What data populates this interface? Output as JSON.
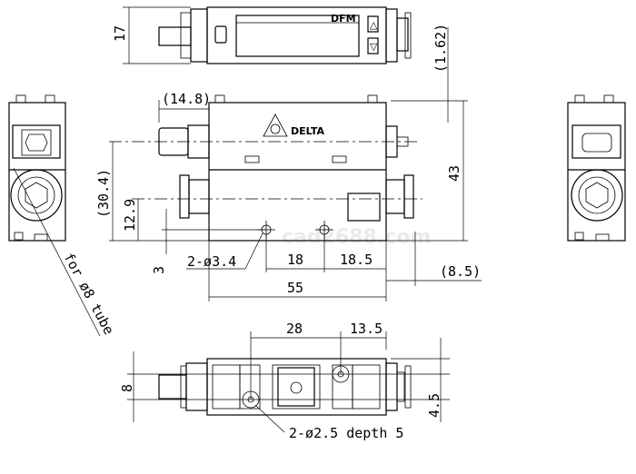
{
  "title": "Delta DFM flow meter dimension drawing",
  "labels": {
    "brand": "DELTA",
    "model": "DFM",
    "watermark": "cad2688.com"
  },
  "dimensions": {
    "top_height": "17",
    "offset_162": "(1.62)",
    "connector_148": "(14.8)",
    "total_height": "43",
    "center_304": "(30.4)",
    "center_129": "12.9",
    "hole_3": "3",
    "mount_holes": "2-ø3.4",
    "pitch_18": "18",
    "pitch_185": "18.5",
    "offset_85": "(8.5)",
    "length_55": "55",
    "tube_note": "for ø8 tube",
    "pitch_28": "28",
    "pitch_135": "13.5",
    "width_8": "8",
    "width_45": "4.5",
    "bottom_holes": "2-ø2.5 depth 5"
  }
}
